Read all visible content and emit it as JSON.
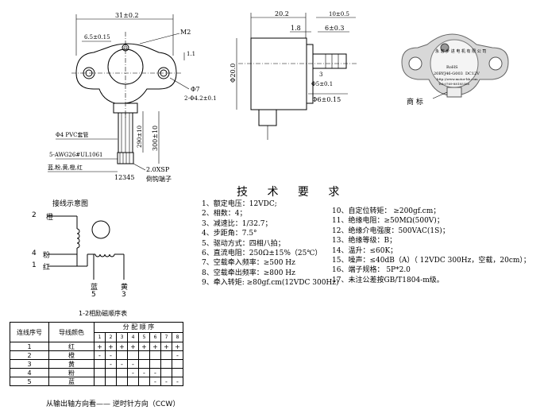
{
  "front_view": {
    "dim_width": "31±0.2",
    "dim_offset": "6.5±0.15",
    "label_m2": "M2",
    "dim_1_1": "1.1",
    "dim_hole": "Φ7",
    "dim_holes": "2-Φ4.2±0.1",
    "dim_290": "290±10",
    "dim_300": "300±10",
    "label_pvc": "Φ4 PVC套管",
    "label_awg": "5-AWG26#UL1061",
    "label_colors": "蓝,粉,黄,橙,红",
    "label_pins": "12345",
    "label_connector": "2.0XSP",
    "label_connector2": "倒钩端子"
  },
  "side_view": {
    "dim_20_2": "20.2",
    "dim_10": "10±0.5",
    "dim_1_8": "1.8",
    "dim_6": "6±0.3",
    "dim_dia20": "Φ20.0",
    "dim_3": "3",
    "dim_5": "Φ5±0.1",
    "dim_6_15": "Φ6±0.15"
  },
  "photo": {
    "label_line1": "永 宏 步 进 电 机 有 限 公 司",
    "label_rohs": "RoHS",
    "label_model": "20BYJ46-G003",
    "label_voltage": "DC12V",
    "label_url": "http://www.motor-hk.com",
    "label_tel": "Tel:0769-88185380",
    "callout": "商 标"
  },
  "wiring": {
    "title": "接线示意图",
    "pin2": "2",
    "pin2_color": "橙",
    "pin4": "4",
    "pin4_color": "粉",
    "pin1": "1",
    "pin1_color": "红",
    "pin5_color": "蓝",
    "pin5": "5",
    "pin3_color": "黄",
    "pin3": "3"
  },
  "requirements": {
    "title": "技 术 要 求",
    "left": [
      "1、额定电压：12VDC;",
      "2、相数：4；",
      "3、减速比：1/32.7；",
      "4、步距角：7.5°",
      "5、驱动方式：四相八拍；",
      "6、直流电阻：250Ω±15%（25℃）",
      "7、空载牵入频率：≥500 Hz",
      "8、空载牵出频率：≥800 Hz",
      "9、牵入转矩: ≥80gf.cm(12VDC 300Hz)"
    ],
    "right": [
      "10、自定位转矩：  ≥200gf.cm；",
      "11、绝缘电阻：≥50MΩ(500V)；",
      "12、绝缘介电强度：500VAC(1S)；",
      "13、绝缘等级：B；",
      "14、温升：≤60K；",
      "15、噪声：≤40dB（A）（  12VDC 300Hz，空载，20cm）；",
      "16、端子规格：  5P*2.0",
      "17、未注公差按GB/T1804-m级。"
    ]
  },
  "sequence_table": {
    "caption": "1-2相励磁顺序表",
    "header_index": "连线序号",
    "header_color": "导线颜色",
    "header_sequence": "分 配 顺 序",
    "steps": [
      "1",
      "2",
      "3",
      "4",
      "5",
      "6",
      "7",
      "8"
    ],
    "rows": [
      {
        "index": "1",
        "color": "红",
        "cells": [
          "+",
          "+",
          "+",
          "+",
          "+",
          "+",
          "+",
          "+"
        ]
      },
      {
        "index": "2",
        "color": "橙",
        "cells": [
          "-",
          "-",
          "",
          "",
          "",
          "",
          "",
          "-"
        ]
      },
      {
        "index": "3",
        "color": "黄",
        "cells": [
          "",
          "-",
          "-",
          "-",
          "",
          "",
          "",
          ""
        ]
      },
      {
        "index": "4",
        "color": "粉",
        "cells": [
          "",
          "",
          "",
          "-",
          "-",
          "-",
          "",
          ""
        ]
      },
      {
        "index": "5",
        "color": "蓝",
        "cells": [
          "",
          "",
          "",
          "",
          "",
          "-",
          "-",
          "-"
        ]
      }
    ],
    "footer": "从输出轴方向看——    逆时针方向（CCW）"
  }
}
